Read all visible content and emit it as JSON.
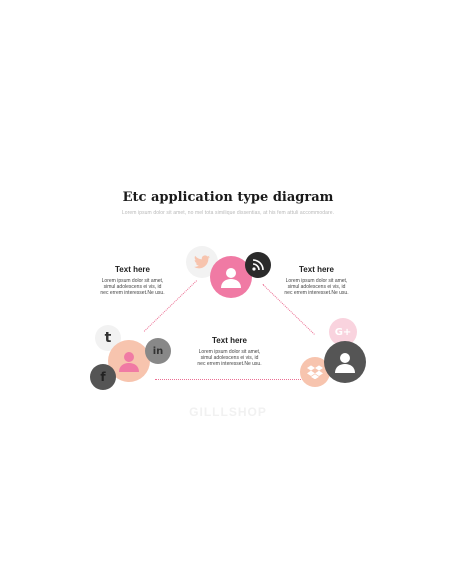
{
  "title": "Etc application type diagram",
  "subtitle": "Lorem ipsum dolor sit amet, no mel tota similique dissentias, at his fem attuli accommodare.",
  "blocks": [
    {
      "heading": "Text here",
      "body": "Lorem ipsum dolor sit amet,\nsimul adolescens ei vis, id\nnec errem interesset.Ne usu."
    },
    {
      "heading": "Text here",
      "body": "Lorem ipsum dolor sit amet,\nsimul adolescens ei vis, id\nnec errem interesset.Ne usu."
    },
    {
      "heading": "Text here",
      "body": "Lorem ipsum dolor sit amet,\nsimul adolescens ei vis, id\nnec errem interesset.Ne usu."
    }
  ],
  "icons": {
    "tumblr": "t",
    "linkedin": "in",
    "facebook": "f",
    "googleplus": "G+"
  },
  "watermark": "GILLLSHOP",
  "colors": {
    "pink": "#f07aa4",
    "peach": "#f7c4ae",
    "dark": "#555555",
    "light_pink": "#f9d3de",
    "line": "#ec6f93"
  }
}
